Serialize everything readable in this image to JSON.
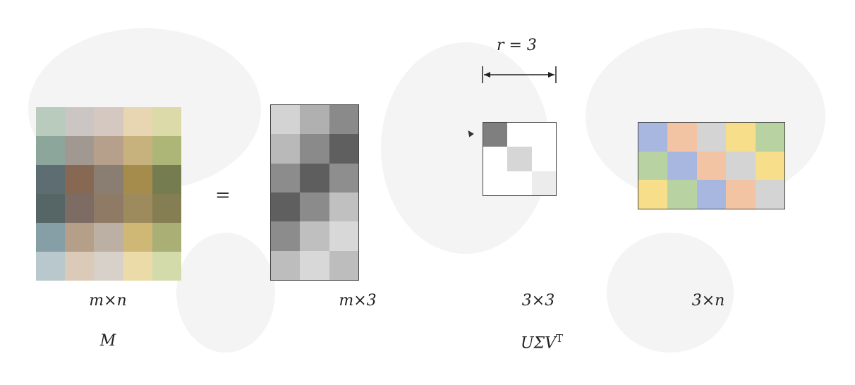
{
  "labels": {
    "m_dims": "m×n",
    "u_dims": "m×3",
    "s_dims": "3×3",
    "v_dims": "3×n",
    "m_name": "M",
    "svd_name": "UΣV",
    "svd_sup": "T",
    "equals": "=",
    "rank": "r = 3"
  },
  "matrices": {
    "M": {
      "rows": 6,
      "cols": 5,
      "colors": [
        [
          "#b9cbbd",
          "#cbc6c3",
          "#d4c8c0",
          "#e8d5b1",
          "#dcdaa8"
        ],
        [
          "#8da69c",
          "#a29892",
          "#b6a08c",
          "#c7b27e",
          "#adb676"
        ],
        [
          "#5e6d72",
          "#876953",
          "#8a7e72",
          "#a58c4d",
          "#757d50"
        ],
        [
          "#566566",
          "#7d6c64",
          "#8f7a66",
          "#9d8b5d",
          "#847e52"
        ],
        [
          "#869ea6",
          "#b69f89",
          "#bcb0a4",
          "#cfb876",
          "#aaaf75"
        ],
        [
          "#b8c8cc",
          "#dbcab8",
          "#d7d1c9",
          "#eadba8",
          "#d4dbab"
        ]
      ]
    },
    "U": {
      "rows": 6,
      "cols": 3,
      "colors": [
        [
          "#d3d3d3",
          "#b0b0b0",
          "#8a8a8a"
        ],
        [
          "#b9b9b9",
          "#8a8a8a",
          "#5f5f5f"
        ],
        [
          "#8c8c8c",
          "#5e5e5e",
          "#8e8e8e"
        ],
        [
          "#5f5f5f",
          "#8b8b8b",
          "#c0c0c0"
        ],
        [
          "#8c8c8c",
          "#bfbfbf",
          "#d8d8d8"
        ],
        [
          "#bdbdbd",
          "#d8d8d8",
          "#bdbdbd"
        ]
      ]
    },
    "Sigma": {
      "rows": 3,
      "cols": 3,
      "colors": [
        [
          "#7f7f7f",
          "#ffffff",
          "#ffffff"
        ],
        [
          "#ffffff",
          "#d6d6d6",
          "#ffffff"
        ],
        [
          "#ffffff",
          "#ffffff",
          "#ececec"
        ]
      ]
    },
    "Vt": {
      "rows": 3,
      "cols": 5,
      "colors": [
        [
          "#a8b7e0",
          "#f2c4a4",
          "#d4d4d4",
          "#f7de8a",
          "#b9d2a2"
        ],
        [
          "#b9d2a2",
          "#a8b7e0",
          "#f2c4a4",
          "#d4d4d4",
          "#f7de8a"
        ],
        [
          "#f7de8a",
          "#b9d2a2",
          "#a8b7e0",
          "#f2c4a4",
          "#d4d4d4"
        ]
      ]
    }
  }
}
